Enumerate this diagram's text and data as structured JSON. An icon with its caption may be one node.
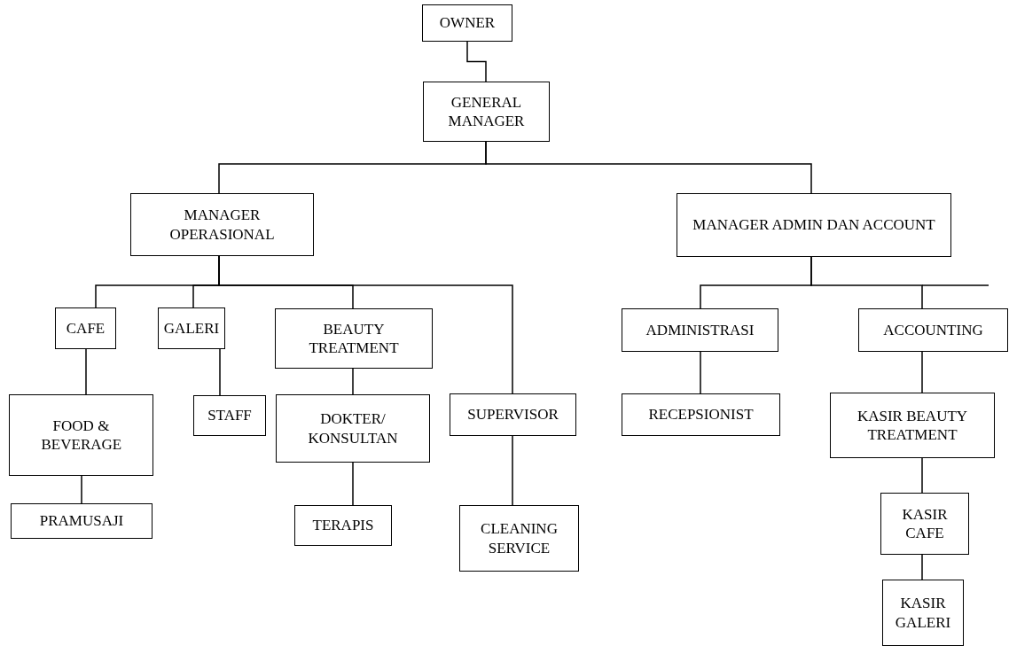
{
  "diagram": {
    "nodes": [
      {
        "text": [
          "OWNER"
        ]
      },
      {
        "text": [
          "GENERAL MANAGER"
        ]
      },
      {
        "text": [
          "MANAGER OPERASIONAL"
        ]
      },
      {
        "text": [
          "MANAGER ADMIN DAN ACCOUNT"
        ]
      },
      {
        "text": [
          "CAFE"
        ]
      },
      {
        "text": [
          "GALERI"
        ]
      },
      {
        "text": [
          "BEAUTY TREATMENT"
        ]
      },
      {
        "text": [
          "ADMINISTRASI"
        ]
      },
      {
        "text": [
          "ACCOUNTING"
        ]
      },
      {
        "text": [
          "FOOD & BEVERAGE"
        ]
      },
      {
        "text": [
          "STAFF"
        ]
      },
      {
        "text": [
          "DOKTER/ KONSULTAN"
        ]
      },
      {
        "text": [
          "SUPERVISOR"
        ]
      },
      {
        "text": [
          "RECEPSIONIST"
        ]
      },
      {
        "text": [
          "KASIR BEAUTY TREATMENT"
        ]
      },
      {
        "text": [
          "PRAMUSAJI"
        ]
      },
      {
        "text": [
          "TERAPIS"
        ]
      },
      {
        "text": [
          "CLEANING SERVICE"
        ]
      },
      {
        "text": [
          "KASIR CAFE"
        ]
      },
      {
        "text": [
          "KASIR GALERI"
        ]
      }
    ],
    "edges": [
      {
        "from": 0,
        "to": 1,
        "arrow": "none"
      },
      {
        "from": 1,
        "to": 2,
        "arrow": "none"
      },
      {
        "from": 1,
        "to": 3,
        "arrow": "none"
      },
      {
        "from": 2,
        "to": 4,
        "arrow": "none"
      },
      {
        "from": 2,
        "to": 5,
        "arrow": "none"
      },
      {
        "from": 2,
        "to": 6,
        "arrow": "none"
      },
      {
        "from": 2,
        "to": 12,
        "arrow": "none"
      },
      {
        "from": 3,
        "to": 7,
        "arrow": "none"
      },
      {
        "from": 3,
        "to": 8,
        "arrow": "none"
      },
      {
        "from": 4,
        "to": 9,
        "arrow": "none"
      },
      {
        "from": 5,
        "to": 10,
        "arrow": "none"
      },
      {
        "from": 6,
        "to": 11,
        "arrow": "none"
      },
      {
        "from": 9,
        "to": 15,
        "arrow": "none"
      },
      {
        "from": 11,
        "to": 16,
        "arrow": "none"
      },
      {
        "from": 12,
        "to": 17,
        "arrow": "none"
      },
      {
        "from": 7,
        "to": 13,
        "arrow": "none"
      },
      {
        "from": 8,
        "to": 14,
        "arrow": "none"
      },
      {
        "from": 14,
        "to": 18,
        "arrow": "none"
      },
      {
        "from": 18,
        "to": 19,
        "arrow": "none"
      }
    ]
  }
}
